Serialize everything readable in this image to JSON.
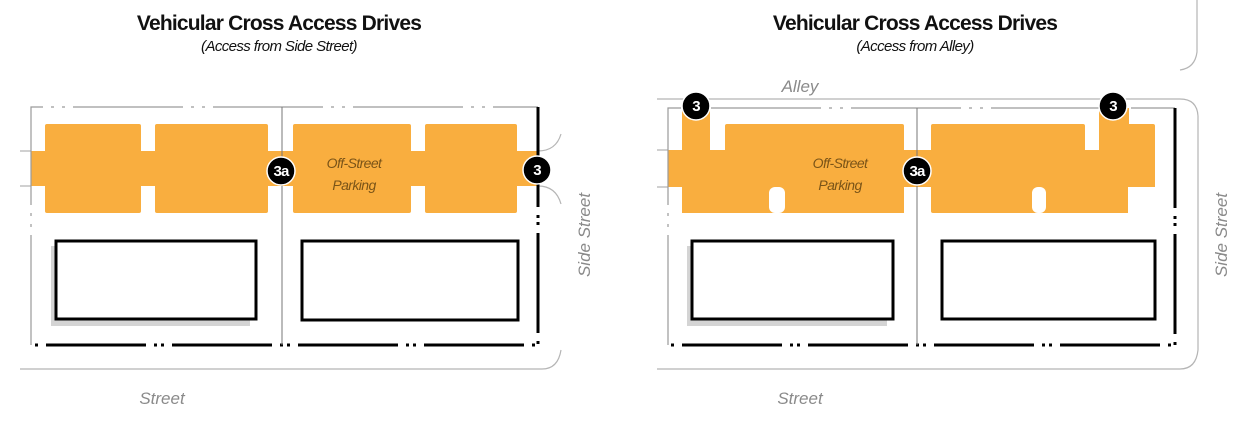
{
  "diagrams": [
    {
      "title": "Vehicular Cross Access Drives",
      "subtitle": "(Access from Side Street)",
      "parking_line1": "Off-Street",
      "parking_line2": "Parking",
      "street_label": "Street",
      "side_street_label": "Side Street",
      "badges": [
        "3a",
        "3"
      ]
    },
    {
      "title": "Vehicular Cross Access Drives",
      "subtitle": "(Access from Alley)",
      "parking_line1": "Off-Street",
      "parking_line2": "Parking",
      "street_label": "Street",
      "side_street_label": "Side Street",
      "alley_label": "Alley",
      "badges": [
        "3",
        "3",
        "3a"
      ]
    }
  ],
  "colors": {
    "parking": "#F9AE3F",
    "badge": "#000000"
  }
}
